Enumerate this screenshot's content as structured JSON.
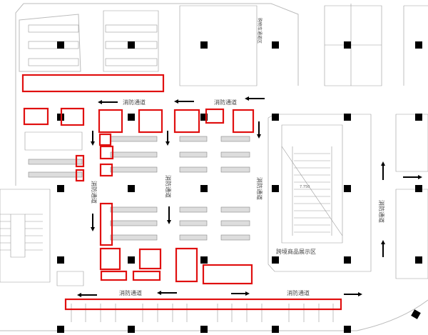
{
  "labels": {
    "fire_lane": "消防通道",
    "cross_border_display": "跨境商品展示区",
    "cart_area": "购物车通道区",
    "elevation": "7.750"
  },
  "colors": {
    "highlight": "#e01010",
    "column": "#000000",
    "line": "#999999"
  }
}
